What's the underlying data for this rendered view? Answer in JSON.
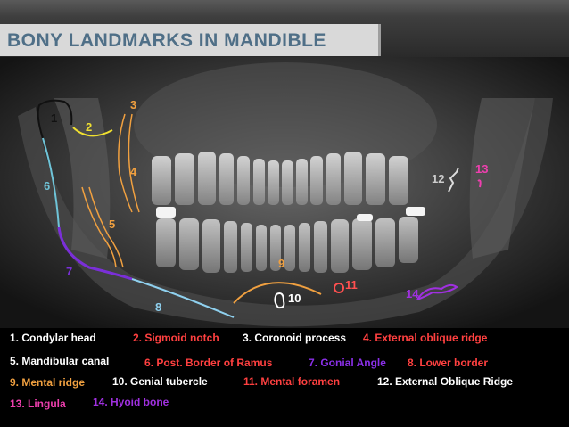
{
  "title": "BONY LANDMARKS IN MANDIBLE",
  "image_labels": {
    "l1": "1",
    "l2": "2",
    "l3": "3",
    "l4": "4",
    "l5": "5",
    "l6": "6",
    "l7": "7",
    "l8": "8",
    "l9": "9",
    "l10": "10",
    "l11": "11",
    "l12": "12",
    "l13": "13",
    "l14": "14"
  },
  "legend": {
    "i1": "1. Condylar head",
    "i2": "2. Sigmoid notch",
    "i3": "3. Coronoid process",
    "i4": "4. External oblique ridge",
    "i5": "5. Mandibular canal",
    "i6": "6. Post. Border of Ramus",
    "i7": "7. Gonial Angle",
    "i8": "8. Lower border",
    "i9": "9. Mental ridge",
    "i10": "10. Genial tubercle",
    "i11": "11. Mental foramen",
    "i12": "12. External Oblique Ridge",
    "i13": "13. Lingula",
    "i14": "14. Hyoid bone"
  },
  "colors": {
    "condyle": "#111111",
    "sigmoid": "#f0e030",
    "coronoid": "#f0a040",
    "ramus": "#6fc4d8",
    "gonial": "#7a2fd8",
    "lower_border": "#8fd0ee",
    "mental_ridge": "#f0a040",
    "genial": "#ffffff",
    "foramen": "#ff5050",
    "ext_oblique": "#dddddd",
    "lingula": "#ee3fae",
    "hyoid": "#a030e0"
  }
}
